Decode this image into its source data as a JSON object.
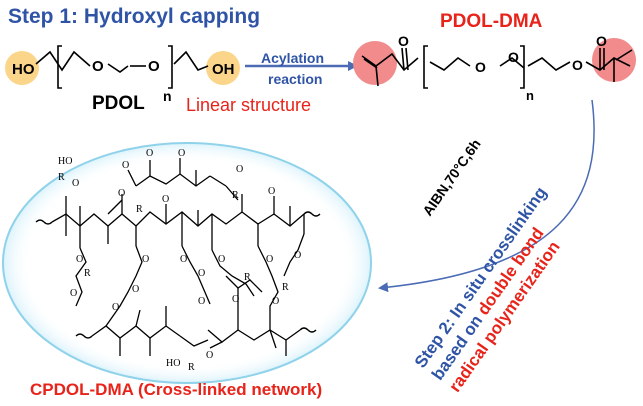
{
  "texts": {
    "step1": "Step 1: Hydroxyl capping",
    "ho": "HO",
    "oh": "OH",
    "pdol": "PDOL",
    "n1": "n",
    "linear": "Linear structure",
    "acylation": "Acylation",
    "reaction": "reaction",
    "pdol_dma": "PDOL-DMA",
    "n2": "n",
    "aibn": "AIBN,70°C,6h",
    "step2_a": "Step 2: In situ crosslinking",
    "step2_b1": "based on ",
    "step2_b2": "double bond",
    "step2_c": "radical polymerization",
    "cpdol": "CPDOL-DMA (Cross-linked network)",
    "atom_o": "O",
    "atom_r": "R",
    "atom_ho": "HO"
  },
  "colors": {
    "blue": "#2f54a6",
    "red": "#e8231a",
    "highlight_orange": "#fbd58a",
    "highlight_red": "#f28c8c",
    "ellipse": "#8fd2ea",
    "arrow": "#4b6bb5"
  }
}
